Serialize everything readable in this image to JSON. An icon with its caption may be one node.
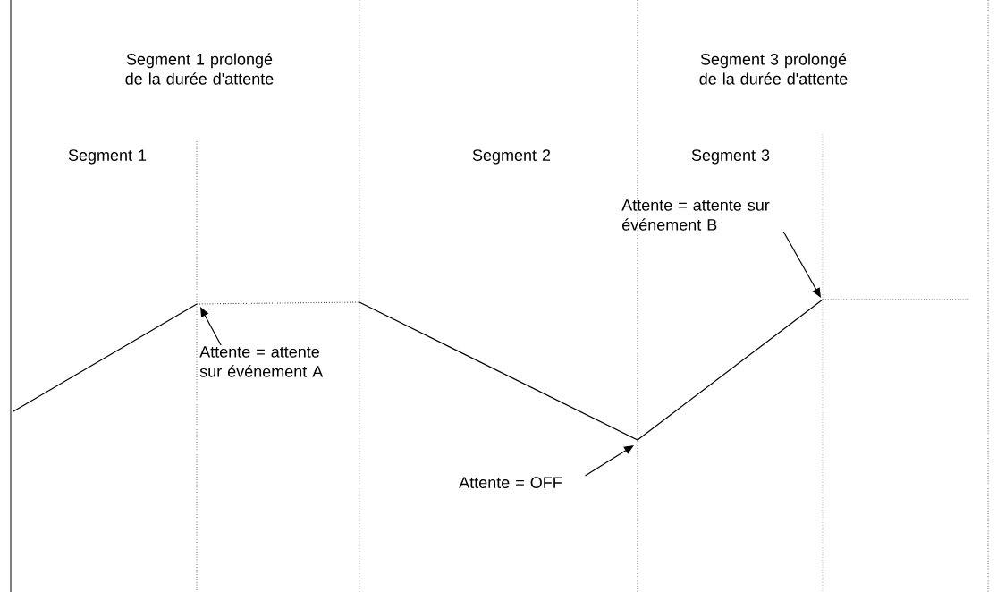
{
  "diagram": {
    "nodes": [
      {
        "text": [
          "Attente = attente sur événement A"
        ]
      },
      {
        "text": [
          "Attente = OFF"
        ]
      },
      {
        "text": [
          "Attente = attente sur événement B"
        ]
      }
    ],
    "edges": [
      {
        "from": 0,
        "to": null,
        "arrow": "to"
      },
      {
        "from": 1,
        "to": null,
        "arrow": "to"
      },
      {
        "from": 2,
        "to": null,
        "arrow": "to"
      }
    ],
    "labels": [
      "Segment 1 prolongé de la durée d'attente",
      "Segment 3 prolongé de la durée d'attente",
      "Segment 1",
      "Segment 2",
      "Segment 3"
    ]
  }
}
